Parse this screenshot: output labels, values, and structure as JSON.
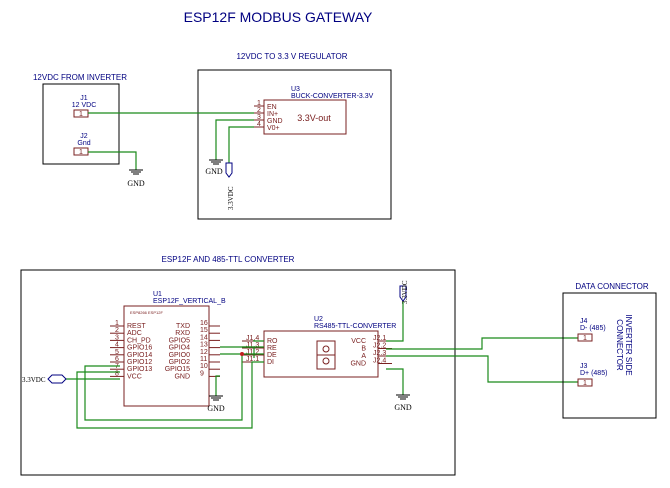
{
  "title": "ESP12F MODBUS GATEWAY",
  "sections": {
    "inverter": "12VDC FROM INVERTER",
    "regulator": "12VDC TO 3.3 V REGULATOR",
    "esp_block": "ESP12F AND 485-TTL CONVERTER",
    "data_connector": "DATA CONNECTOR"
  },
  "j1": {
    "ref": "J1",
    "value": "12 VDC",
    "pin": "1"
  },
  "j2": {
    "ref": "J2",
    "value": "Gnd",
    "pin": "1"
  },
  "u3": {
    "ref": "U3",
    "value": "BUCK-CONVERTER-3.3V",
    "body": "3.3V-out",
    "pins": [
      {
        "num": "1",
        "name": "EN"
      },
      {
        "num": "2",
        "name": "IN+"
      },
      {
        "num": "3",
        "name": "GND"
      },
      {
        "num": "4",
        "name": "V0+"
      }
    ]
  },
  "u1": {
    "ref": "U1",
    "value": "ESP12F_VERTICAL_B",
    "inner": "ESP8266 ESP12F",
    "left_pins": [
      {
        "num": "1",
        "name": "REST"
      },
      {
        "num": "2",
        "name": "ADC"
      },
      {
        "num": "3",
        "name": "CH_PD"
      },
      {
        "num": "4",
        "name": "GPIO16"
      },
      {
        "num": "5",
        "name": "GPIO14"
      },
      {
        "num": "6",
        "name": "GPIO12"
      },
      {
        "num": "7",
        "name": "GPIO13"
      },
      {
        "num": "8",
        "name": "VCC"
      }
    ],
    "right_pins": [
      {
        "num": "16",
        "name": "TXD"
      },
      {
        "num": "15",
        "name": "RXD"
      },
      {
        "num": "14",
        "name": "GPIO5"
      },
      {
        "num": "13",
        "name": "GPIO4"
      },
      {
        "num": "12",
        "name": "GPIO0"
      },
      {
        "num": "11",
        "name": "GPIO2"
      },
      {
        "num": "10",
        "name": "GPIO15"
      },
      {
        "num": "9",
        "name": "GND"
      }
    ]
  },
  "u2": {
    "ref": "U2",
    "value": "RS485-TTL-CONVERTER",
    "left_pins": [
      {
        "num": "J1.4",
        "name": "RO"
      },
      {
        "num": "J1.3",
        "name": "RE"
      },
      {
        "num": "J1.2",
        "name": "DE"
      },
      {
        "num": "J1.1",
        "name": "DI"
      }
    ],
    "right_pins": [
      {
        "num": "J2.1",
        "name": "VCC"
      },
      {
        "num": "J2.2",
        "name": "B"
      },
      {
        "num": "J2.3",
        "name": "A"
      },
      {
        "num": "J2.4",
        "name": "GND"
      }
    ]
  },
  "j4": {
    "ref": "J4",
    "value": "D- (485)",
    "pin": "1"
  },
  "j3": {
    "ref": "J3",
    "value": "D+ (485)",
    "pin": "1"
  },
  "side_label": [
    "INVERTER SIDE",
    "CONNECTOR"
  ],
  "gnd_label": "GND",
  "net_3v3": "3.3VDC"
}
